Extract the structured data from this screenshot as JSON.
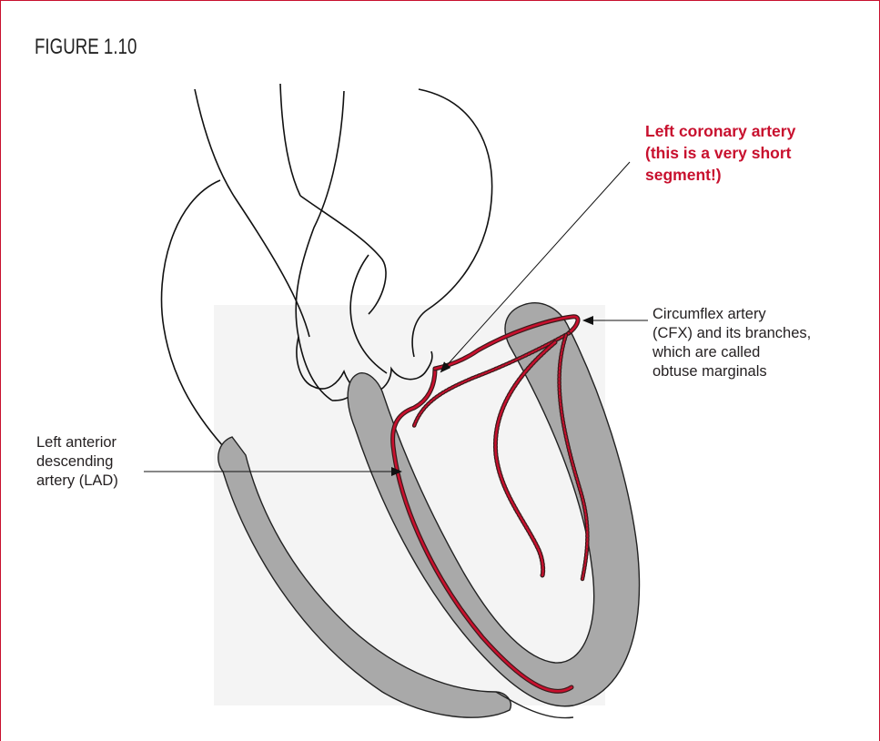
{
  "figure": {
    "title": "FIGURE 1.10"
  },
  "labels": {
    "left_coronary": [
      "Left coronary artery",
      "(this is a very short",
      "segment!)"
    ],
    "circumflex": [
      "Circumflex artery",
      "(CFX) and its branches,",
      "which are called",
      "obtuse marginals"
    ],
    "lad": [
      "Left anterior",
      "descending",
      "artery (LAD)"
    ]
  },
  "colors": {
    "frame": "#c8102e",
    "artery": "#c8102e",
    "artery_outline": "#3a1a1a",
    "myocardium": "#a9a9a9",
    "accent_text": "#c8102e"
  }
}
